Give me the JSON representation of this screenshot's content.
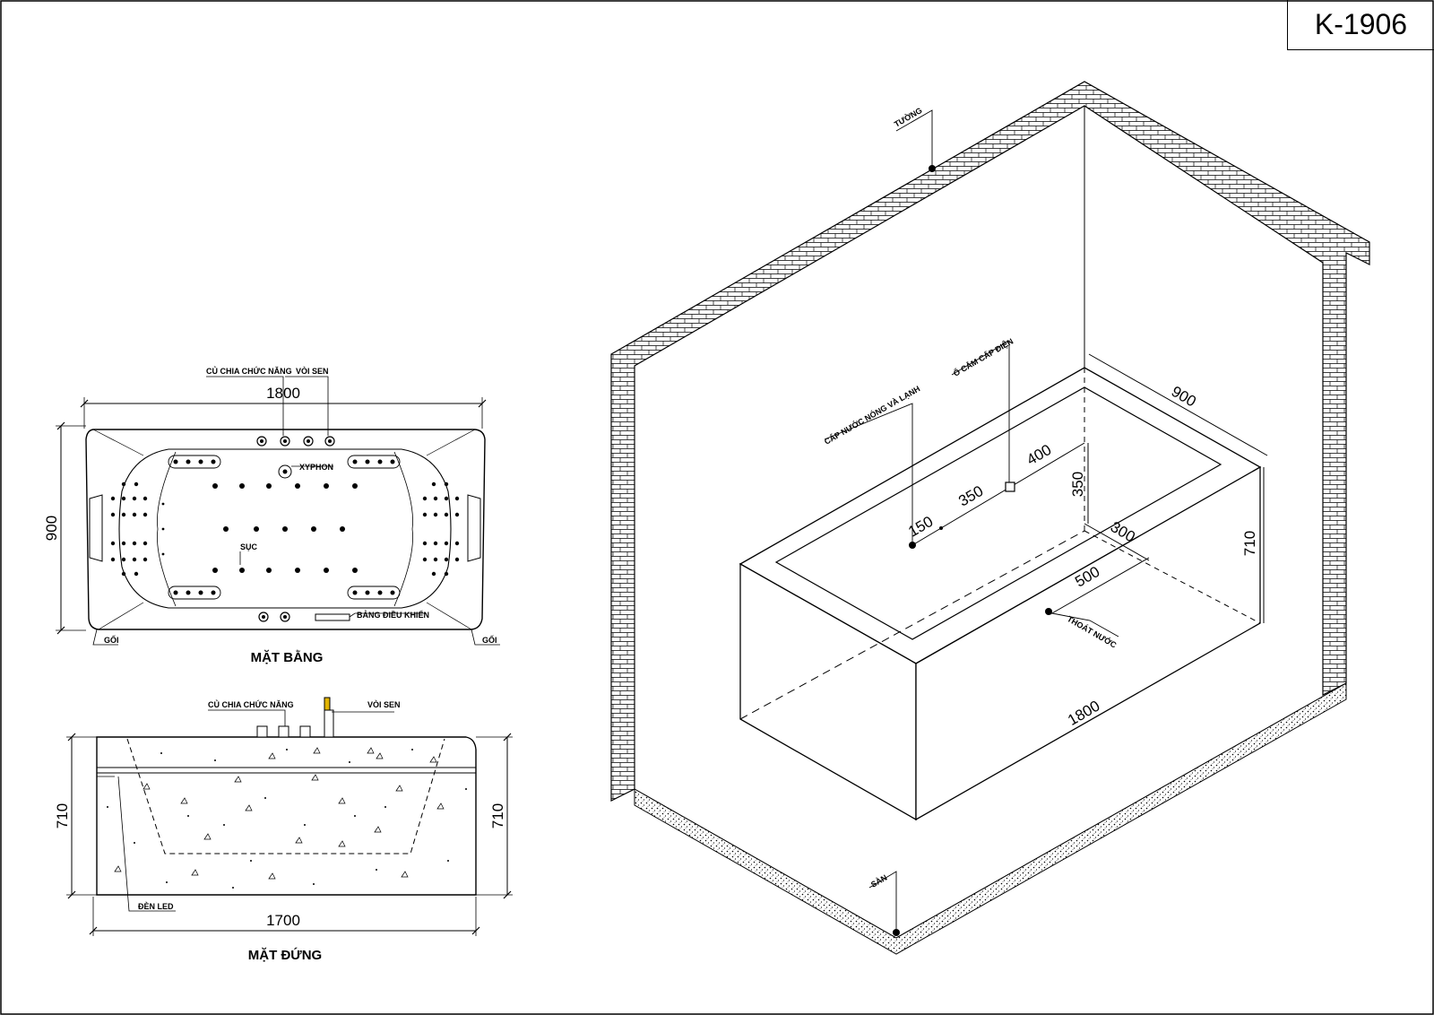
{
  "model": "K-1906",
  "plan": {
    "title": "MẶT BẰNG",
    "dim_length": "1800",
    "dim_width": "900",
    "labels": {
      "diverter": "CỦ CHIA CHỨC NĂNG",
      "shower": "VÒI SEN",
      "siphon": "XYPHON",
      "jet": "SỤC",
      "control_panel": "BẢNG ĐIỀU KHIỂN",
      "pillow_left": "GỐI",
      "pillow_right": "GỐI"
    }
  },
  "elevation": {
    "title": "MẶT ĐỨNG",
    "dim_length": "1700",
    "dim_height_left": "710",
    "dim_height_right": "710",
    "labels": {
      "diverter": "CỦ CHIA CHỨC NĂNG",
      "shower": "VÒI SEN",
      "led": "ĐÈN LED"
    }
  },
  "iso": {
    "labels": {
      "wall": "TƯỜNG",
      "floor": "SÀN",
      "water_supply": "CẤP NƯỚC NÓNG VÀ LẠNH",
      "power_socket": "Ổ CẮM CẤP ĐIỆN",
      "drain": "THOÁT NƯỚC"
    },
    "dims": {
      "d900": "900",
      "d400": "400",
      "d350h": "350",
      "d350v": "350",
      "d150": "150",
      "d300": "300",
      "d500": "500",
      "d710": "710",
      "d1800": "1800"
    }
  }
}
